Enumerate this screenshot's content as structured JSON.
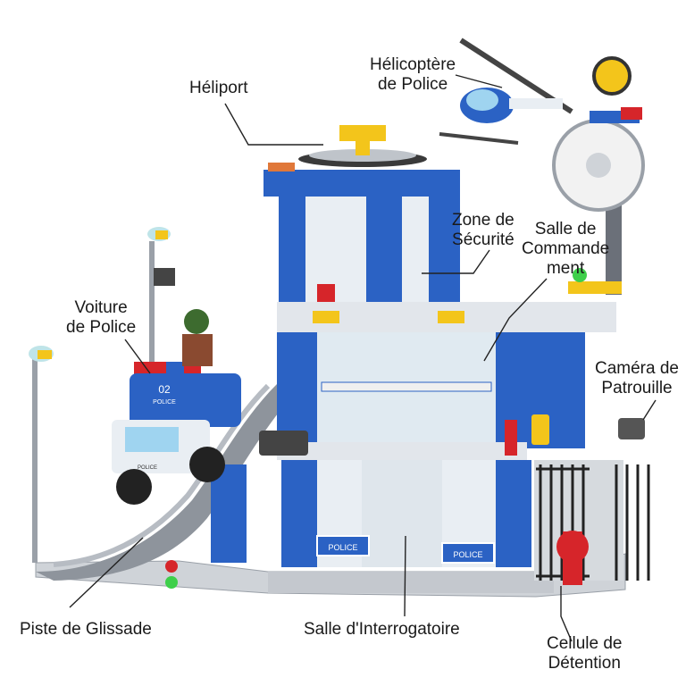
{
  "labels": {
    "heliport": {
      "lines": [
        "Héliport"
      ]
    },
    "helicopter": {
      "lines": [
        "Hélicoptère",
        "de Police"
      ]
    },
    "security_zone": {
      "lines": [
        "Zone de",
        "Sécurité"
      ]
    },
    "command_room": {
      "lines": [
        "Salle de",
        "Commande",
        "ment"
      ]
    },
    "police_car": {
      "lines": [
        "Voiture",
        "de Police"
      ]
    },
    "patrol_camera": {
      "lines": [
        "Caméra de",
        "Patrouille"
      ]
    },
    "slide_track": {
      "lines": [
        "Piste de Glissade"
      ]
    },
    "interrogation_room": {
      "lines": [
        "Salle d'Interrogatoire"
      ]
    },
    "detention_cell": {
      "lines": [
        "Cellule de",
        "Détention"
      ]
    }
  },
  "set_prints": {
    "car_number": "02",
    "car_door": "POLICE",
    "car_plate": "POLICE",
    "sign_left": "POLICE",
    "sign_right": "POLICE"
  },
  "colors": {
    "police_blue": "#2b62c4",
    "light_gray": "#cfd3d8",
    "dark_gray": "#6b7079",
    "red": "#d6252a",
    "yellow": "#f3c51b",
    "black": "#222222"
  }
}
